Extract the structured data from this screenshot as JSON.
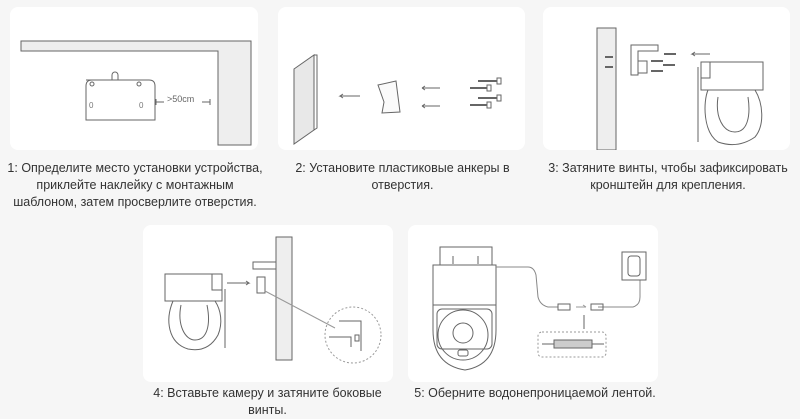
{
  "steps": [
    {
      "caption": "1: Определите место установки устройства, приклейте наклейку с монтажным шаблоном, затем просверлите отверстия.",
      "distance_label": ">50cm"
    },
    {
      "caption": "2: Установите пластиковые анкеры в отверстия."
    },
    {
      "caption": "3: Затяните винты, чтобы зафиксировать кронштейн для крепления."
    },
    {
      "caption": "4: Вставьте камеру и затяните боковые винты."
    },
    {
      "caption": "5: Оберните водонепроницаемой лентой."
    }
  ]
}
